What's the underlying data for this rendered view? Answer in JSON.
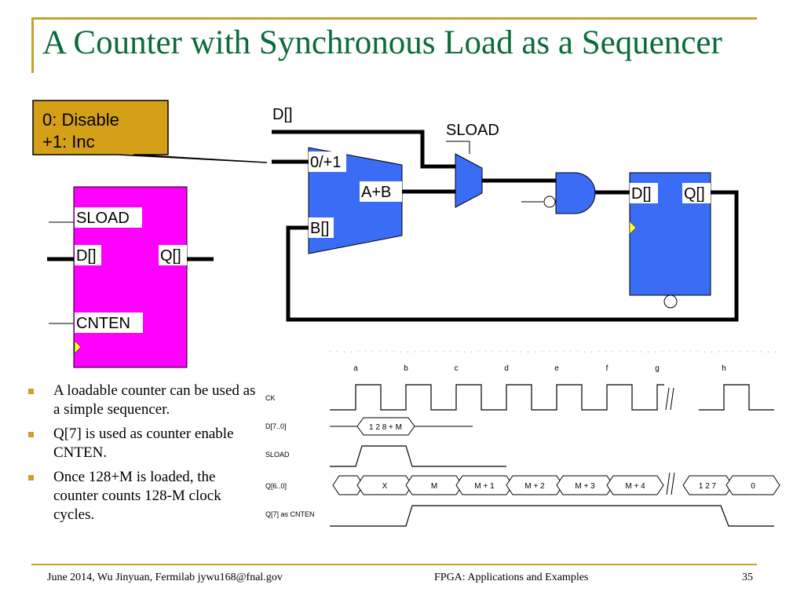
{
  "slide": {
    "title": "A Counter with Synchronous Load as a Sequencer"
  },
  "callout": {
    "line1": "0: Disable",
    "line2": "+1: Inc"
  },
  "counter_block": {
    "sload": "SLOAD",
    "d": "D[]",
    "q": "Q[]",
    "cnten": "CNTEN"
  },
  "schematic": {
    "d_input": "D[]",
    "sload": "SLOAD",
    "adder_in": "0/+1",
    "adder_out": "A+B",
    "adder_b": "B[]",
    "reg_d": "D[]",
    "reg_q": "Q[]"
  },
  "timing": {
    "markers": [
      "a",
      "b",
      "c",
      "d",
      "e",
      "f",
      "g",
      "h"
    ],
    "signals": [
      "CK",
      "D[7..0]",
      "SLOAD",
      "Q[6..0]",
      "Q[7] as CNTEN"
    ],
    "d_value": "1 2 8 + M",
    "q_values": [
      "X",
      "M",
      "M + 1",
      "M + 2",
      "M + 3",
      "M + 4",
      "1 2 7",
      "0"
    ]
  },
  "bullets": [
    "A loadable counter can be used as a simple sequencer.",
    "Q[7] is used as counter enable CNTEN.",
    "Once 128+M is loaded, the counter counts 128-M clock cycles."
  ],
  "footer": {
    "left": "June 2014, Wu Jinyuan, Fermilab jywu168@fnal.gov",
    "center": "FPGA: Applications and Examples",
    "page": "35"
  },
  "colors": {
    "title": "#0b6b3a",
    "accent": "#c8a12b",
    "callout_fill": "#d4a017",
    "counter_fill": "#ff00ff",
    "logic_fill": "#3a6cf6",
    "clock_marker": "#ffff33"
  }
}
